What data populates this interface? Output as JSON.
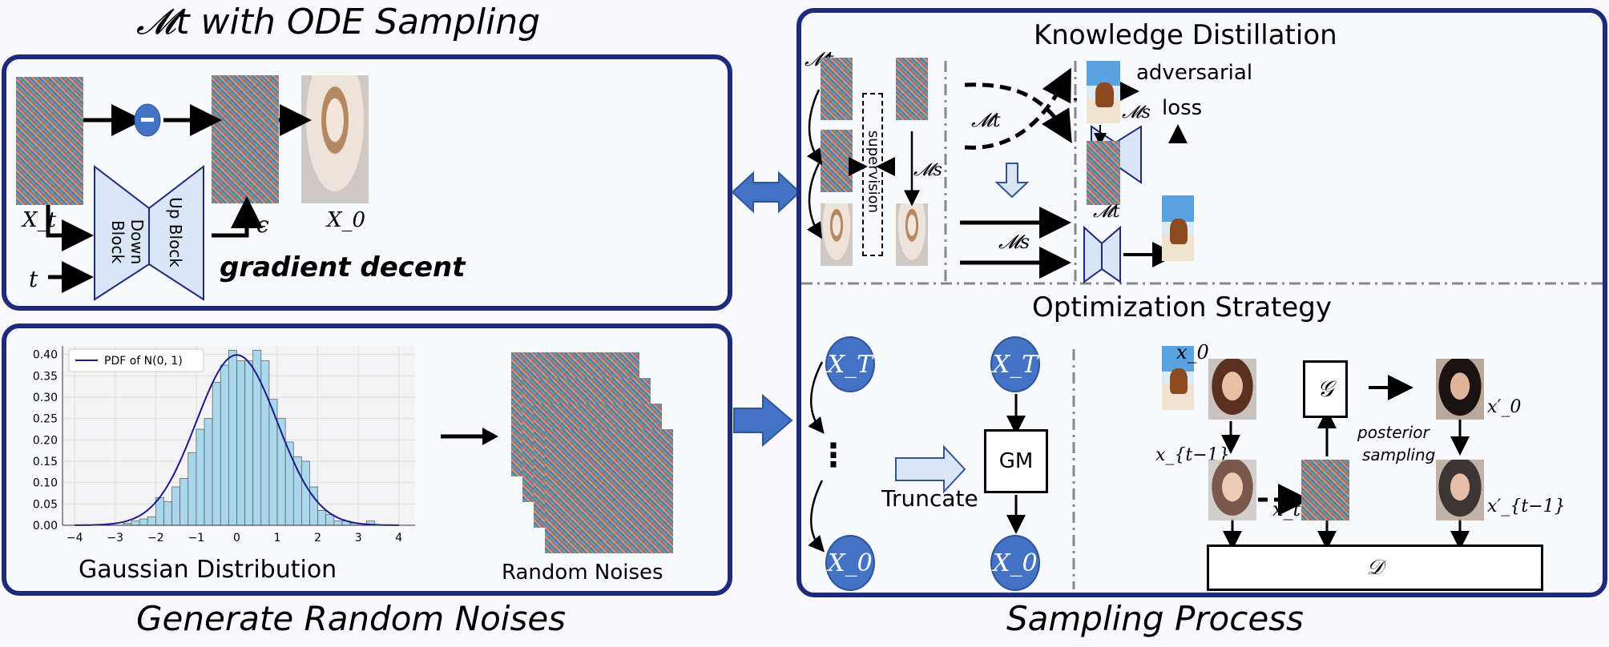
{
  "sections": {
    "ode_sampling": {
      "title": "𝓜t with ODE Sampling",
      "labels": {
        "xt": "X_t",
        "t": "t",
        "epsilon": "ϵ",
        "x0": "X_0",
        "down_block": "Down Block",
        "up_block": "Up Block",
        "minus": "−",
        "gradient": "gradient decent"
      }
    },
    "random_noises": {
      "title": "Generate Random Noises",
      "gaussian_label": "Gaussian Distribution",
      "noises_label": "Random Noises"
    },
    "sampling_process": {
      "title": "Sampling Process",
      "knowledge_distillation": {
        "title": "Knowledge Distillation",
        "mt": "𝓜t",
        "ms": "𝓜s",
        "supervision": "supervision",
        "adversarial": "adversarial",
        "loss": "loss"
      },
      "optimization_strategy": {
        "title": "Optimization Strategy",
        "xT": "X_T",
        "x0_node": "X_0",
        "gm": "GM",
        "truncate": "Truncate",
        "dots": "⋮",
        "x0": "x_0",
        "xt_minus_1": "x_{t−1}",
        "xt": "x_t",
        "x0_prime": "x′_0",
        "xt_minus_1_prime": "x′_{t−1}",
        "g": "𝒢",
        "d": "𝒟",
        "posterior": "posterior",
        "sampling": "sampling"
      }
    }
  },
  "chart_data": {
    "type": "bar",
    "title": "",
    "xlabel": "",
    "ylabel": "",
    "legend": {
      "entries": [
        "PDF of N(0, 1)"
      ],
      "placement": "top-left"
    },
    "grid": true,
    "xlim": [
      -4.3,
      4.4
    ],
    "ylim": [
      0,
      0.42
    ],
    "xticks": [
      -4,
      -3,
      -2,
      -1,
      0,
      1,
      2,
      3,
      4
    ],
    "yticks": [
      "0.00",
      "0.05",
      "0.10",
      "0.15",
      "0.20",
      "0.25",
      "0.30",
      "0.35",
      "0.40"
    ],
    "bin_width": 0.2,
    "bin_starts": [
      -2.8,
      -2.6,
      -2.4,
      -2.2,
      -2.0,
      -1.8,
      -1.6,
      -1.4,
      -1.2,
      -1.0,
      -0.8,
      -0.6,
      -0.4,
      -0.2,
      0.0,
      0.2,
      0.4,
      0.6,
      0.8,
      1.0,
      1.2,
      1.4,
      1.6,
      1.8,
      2.0,
      2.2,
      2.4,
      2.6,
      2.8,
      3.0,
      3.2
    ],
    "values": [
      0.005,
      0.01,
      0.015,
      0.02,
      0.065,
      0.055,
      0.09,
      0.11,
      0.17,
      0.225,
      0.25,
      0.335,
      0.375,
      0.41,
      0.385,
      0.385,
      0.41,
      0.385,
      0.295,
      0.25,
      0.195,
      0.16,
      0.15,
      0.09,
      0.035,
      0.025,
      0.01,
      0.01,
      0.005,
      0.0,
      0.01
    ],
    "curve": {
      "name": "PDF of N(0, 1)",
      "mean": 0,
      "std": 1,
      "color": "#1a1a8c"
    },
    "bar_color": "#a9d8ec"
  }
}
